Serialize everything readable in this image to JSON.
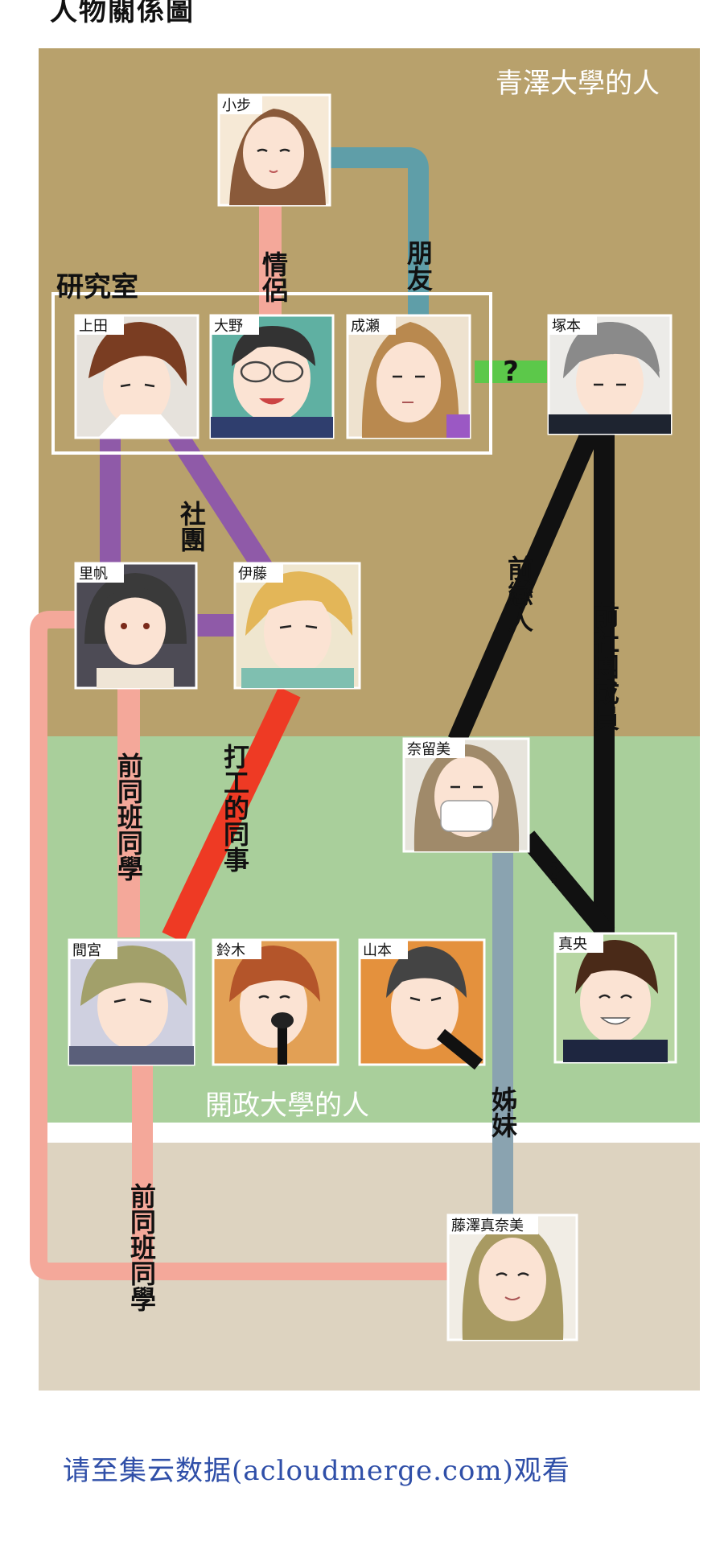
{
  "title": "人物關係圖",
  "regions": {
    "seizawa": "青澤大學的人",
    "kaisei": "開政大學的人"
  },
  "group_lab": "研究室",
  "characters": {
    "koayu": "小步",
    "ueda": "上田",
    "ono": "大野",
    "naruse": "成瀬",
    "tsukamoto": "塚本",
    "riho": "里帆",
    "ito": "伊藤",
    "narumi": "奈留美",
    "mamiya": "間宮",
    "suzuki": "鈴木",
    "yamamoto": "山本",
    "mao": "真央",
    "fujisawa": "藤澤真奈美"
  },
  "relations": {
    "lovers": "情侶",
    "friends": "朋友",
    "question": "?",
    "club": "社團",
    "ex_lover": "前戀人",
    "ex_club": "前社團成員",
    "former_classmate": "前同班同學",
    "coworker": "打工的同事",
    "question2": "?",
    "sisters": "姊妹",
    "former_classmate2": "前同班同學"
  },
  "colors": {
    "seizawa_bg": "#b8a16c",
    "kaisei_bg": "#a9cf9b",
    "other_bg": "#ddd3c0",
    "lovers_line": "#f4a89a",
    "friends_line": "#5f9ea8",
    "question_line": "#5cc84a",
    "club_line": "#8f5aa8",
    "ex_line": "#111111",
    "classmate_line": "#f4a89a",
    "coworker_line": "#ee3a24",
    "sisters_line": "#8aa3b0"
  },
  "watermark": "请至集云数据(acloudmerge.com)观看"
}
